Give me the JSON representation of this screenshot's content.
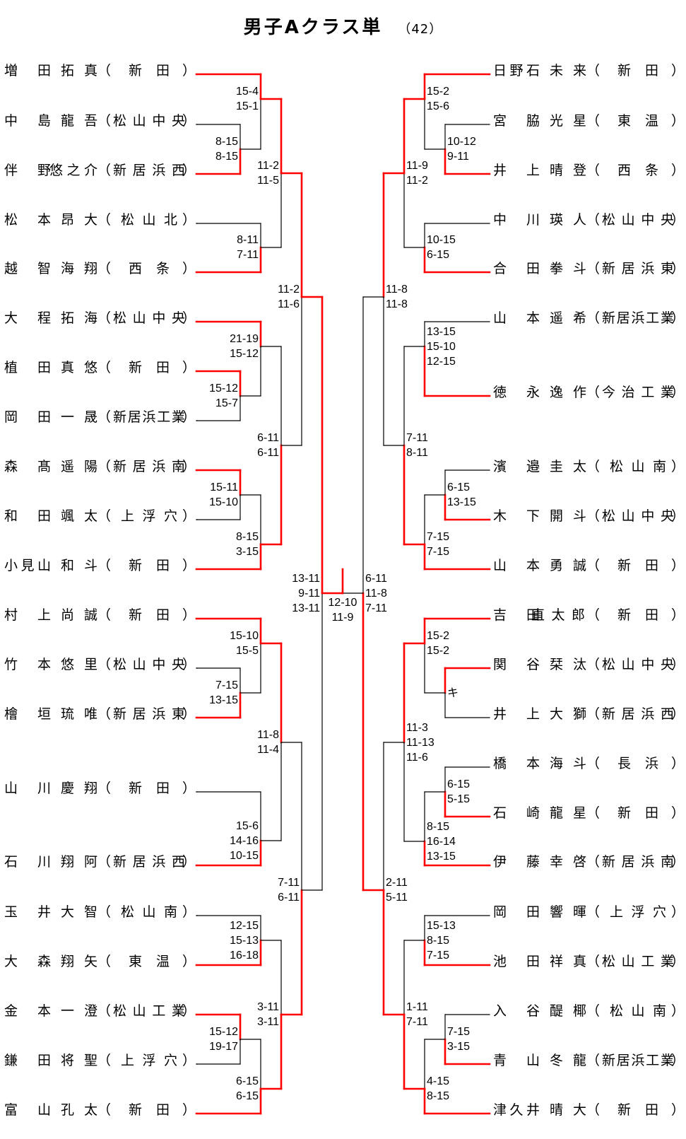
{
  "title": "男子Aクラス単",
  "count": "（42）",
  "colors": {
    "winner_line": "#ff0000",
    "line": "#000000"
  },
  "left_players": [
    {
      "surname": "増田",
      "given": "拓真",
      "school": "新田"
    },
    {
      "surname": "中島",
      "given": "龍吾",
      "school": "松山中央"
    },
    {
      "surname": "伴野",
      "given": "悠之介",
      "school": "新居浜西"
    },
    {
      "surname": "松本",
      "given": "昂大",
      "school": "松山北"
    },
    {
      "surname": "越智",
      "given": "海翔",
      "school": "西条"
    },
    {
      "surname": "大程",
      "given": "拓海",
      "school": "松山中央"
    },
    {
      "surname": "植田",
      "given": "真悠",
      "school": "新田"
    },
    {
      "surname": "岡田",
      "given": "一晟",
      "school": "新居浜工業"
    },
    {
      "surname": "森髙",
      "given": "遥陽",
      "school": "新居浜南"
    },
    {
      "surname": "和田",
      "given": "颯太",
      "school": "上浮穴"
    },
    {
      "surname": "小見山",
      "given": "和斗",
      "school": "新田"
    },
    {
      "surname": "村上",
      "given": "尚誠",
      "school": "新田"
    },
    {
      "surname": "竹本",
      "given": "悠里",
      "school": "松山中央"
    },
    {
      "surname": "檜垣",
      "given": "琉唯",
      "school": "新居浜東"
    },
    {
      "surname": "山川",
      "given": "慶翔",
      "school": "新田"
    },
    {
      "surname": "石川",
      "given": "翔阿",
      "school": "新居浜西"
    },
    {
      "surname": "玉井",
      "given": "大智",
      "school": "松山南"
    },
    {
      "surname": "大森",
      "given": "翔矢",
      "school": "東温"
    },
    {
      "surname": "金本",
      "given": "一澄",
      "school": "松山工業"
    },
    {
      "surname": "鎌田",
      "given": "将聖",
      "school": "上浮穴"
    },
    {
      "surname": "富山",
      "given": "孔太",
      "school": "新田"
    }
  ],
  "right_players": [
    {
      "surname": "日野石",
      "given": "未来",
      "school": "新田"
    },
    {
      "surname": "宮脇",
      "given": "光星",
      "school": "東温"
    },
    {
      "surname": "井上",
      "given": "晴登",
      "school": "西条"
    },
    {
      "surname": "中川",
      "given": "瑛人",
      "school": "松山中央"
    },
    {
      "surname": "合田",
      "given": "拳斗",
      "school": "新居浜東"
    },
    {
      "surname": "山本",
      "given": "遥希",
      "school": "新居浜工業"
    },
    {
      "surname": "徳永",
      "given": "逸作",
      "school": "今治工業"
    },
    {
      "surname": "濱邉",
      "given": "圭太",
      "school": "松山南"
    },
    {
      "surname": "木下",
      "given": "開斗",
      "school": "松山中央"
    },
    {
      "surname": "山本",
      "given": "勇誠",
      "school": "新田"
    },
    {
      "surname": "吉田",
      "given": "直太郎",
      "school": "新田"
    },
    {
      "surname": "関谷",
      "given": "栞汰",
      "school": "松山中央"
    },
    {
      "surname": "井上",
      "given": "大獅",
      "school": "新居浜西"
    },
    {
      "surname": "橋本",
      "given": "海斗",
      "school": "長浜"
    },
    {
      "surname": "石崎",
      "given": "龍星",
      "school": "新田"
    },
    {
      "surname": "伊藤",
      "given": "幸啓",
      "school": "新居浜南"
    },
    {
      "surname": "岡田",
      "given": "響暉",
      "school": "上浮穴"
    },
    {
      "surname": "池田",
      "given": "祥真",
      "school": "松山工業"
    },
    {
      "surname": "入谷",
      "given": "醍椰",
      "school": "松山南"
    },
    {
      "surname": "青山",
      "given": "冬龍",
      "school": "新居浜工業"
    },
    {
      "surname": "津久井",
      "given": "晴大",
      "school": "新田"
    }
  ],
  "scores": {
    "L1": [
      "8-15",
      "8-15"
    ],
    "L2": [
      "15-4",
      "15-1"
    ],
    "L3": [
      "8-11",
      "7-11"
    ],
    "L4": [
      "11-2",
      "11-5"
    ],
    "L5": [
      "15-12",
      "15-7"
    ],
    "L6": [
      "21-19",
      "15-12"
    ],
    "L7": [
      "15-11",
      "15-10"
    ],
    "L8": [
      "8-15",
      "3-15"
    ],
    "L9": [
      "6-11",
      "6-11"
    ],
    "L10": [
      "11-2",
      "11-6"
    ],
    "L11": [
      "7-15",
      "13-15"
    ],
    "L12": [
      "15-10",
      "15-5"
    ],
    "L13": [
      "15-6",
      "14-16",
      "10-15"
    ],
    "L14": [
      "11-8",
      "11-4"
    ],
    "L15": [
      "12-15",
      "15-13",
      "16-18"
    ],
    "L16": [
      "15-12",
      "19-17"
    ],
    "L17": [
      "6-15",
      "6-15"
    ],
    "L18": [
      "3-11",
      "3-11"
    ],
    "L19": [
      "7-11",
      "6-11"
    ],
    "L20": [
      "13-11",
      "9-11",
      "13-11"
    ],
    "R1": [
      "10-12",
      "9-11"
    ],
    "R2": [
      "15-2",
      "15-6"
    ],
    "R3": [
      "10-15",
      "6-15"
    ],
    "R4": [
      "11-9",
      "11-2"
    ],
    "R5": [
      "13-15",
      "15-10",
      "12-15"
    ],
    "R6": [
      "6-15",
      "13-15"
    ],
    "R7": [
      "7-15",
      "7-15"
    ],
    "R8": [
      "7-11",
      "8-11"
    ],
    "R9": [
      "11-8",
      "11-8"
    ],
    "R10": [
      "キ"
    ],
    "R11": [
      "15-2",
      "15-2"
    ],
    "R12": [
      "6-15",
      "5-15"
    ],
    "R13": [
      "8-15",
      "16-14",
      "13-15"
    ],
    "R14": [
      "11-3",
      "11-13",
      "11-6"
    ],
    "R15": [
      "15-13",
      "8-15",
      "7-15"
    ],
    "R16": [
      "7-15",
      "3-15"
    ],
    "R17": [
      "4-15",
      "8-15"
    ],
    "R18": [
      "1-11",
      "7-11"
    ],
    "R19": [
      "2-11",
      "5-11"
    ],
    "R20": [
      "6-11",
      "11-8",
      "7-11"
    ],
    "F": [
      "12-10",
      "11-9"
    ]
  }
}
